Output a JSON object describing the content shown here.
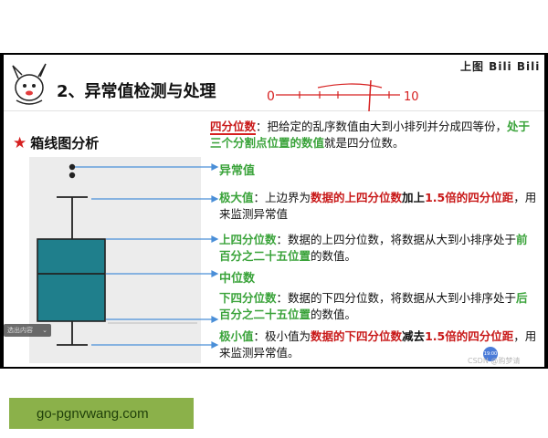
{
  "slide": {
    "title": "2、异常值检测与处理",
    "section": "箱线图分析",
    "top_watermark": "上图 Bili Bili",
    "scribble_start": "0",
    "scribble_end": "10"
  },
  "intro": {
    "term": "四分位数",
    "text1": "：把给定的乱序数值由大到小排列并分成四等份，",
    "emph": "处于三个分割点位置的数值",
    "text2": "就是四分位数。"
  },
  "labels": {
    "outlier": "异常值",
    "max": {
      "label": "极大值",
      "t1": "：上边界为",
      "r1": "数据的上四分位数",
      "k1": "加上",
      "r2": "1.5倍的四分位距",
      "t2": "，用来监测异常值"
    },
    "upper_quartile": {
      "label": "上四分位数",
      "t1": "：数据的上四分位数，将数据从大到小排序处于",
      "g1": "前百分之二十五位置",
      "t2": "的数值。"
    },
    "median": "中位数",
    "lower_quartile": {
      "label": "下四分位数",
      "t1": "：数据的下四分位数，将数据从大到小排序处于",
      "g1": "后百分之二十五位置",
      "t2": "的数值。"
    },
    "min": {
      "label": "极小值",
      "t1": "：极小值为",
      "r1": "数据的下四分位数",
      "k1": "减去",
      "r2": "1.5倍的四分位距",
      "t2": "，用来监测异常值。"
    }
  },
  "player": {
    "overlay_left": "选出内容",
    "overlay_right": "⌄",
    "timer": "19:00",
    "csdn": "CSDN @购梦请"
  },
  "url_badge": "go-pgnvwang.com",
  "colors": {
    "box_fill": "#1f7f8c",
    "green": "#3aa33a",
    "red": "#c81818",
    "connector": "#4a8fd8"
  }
}
